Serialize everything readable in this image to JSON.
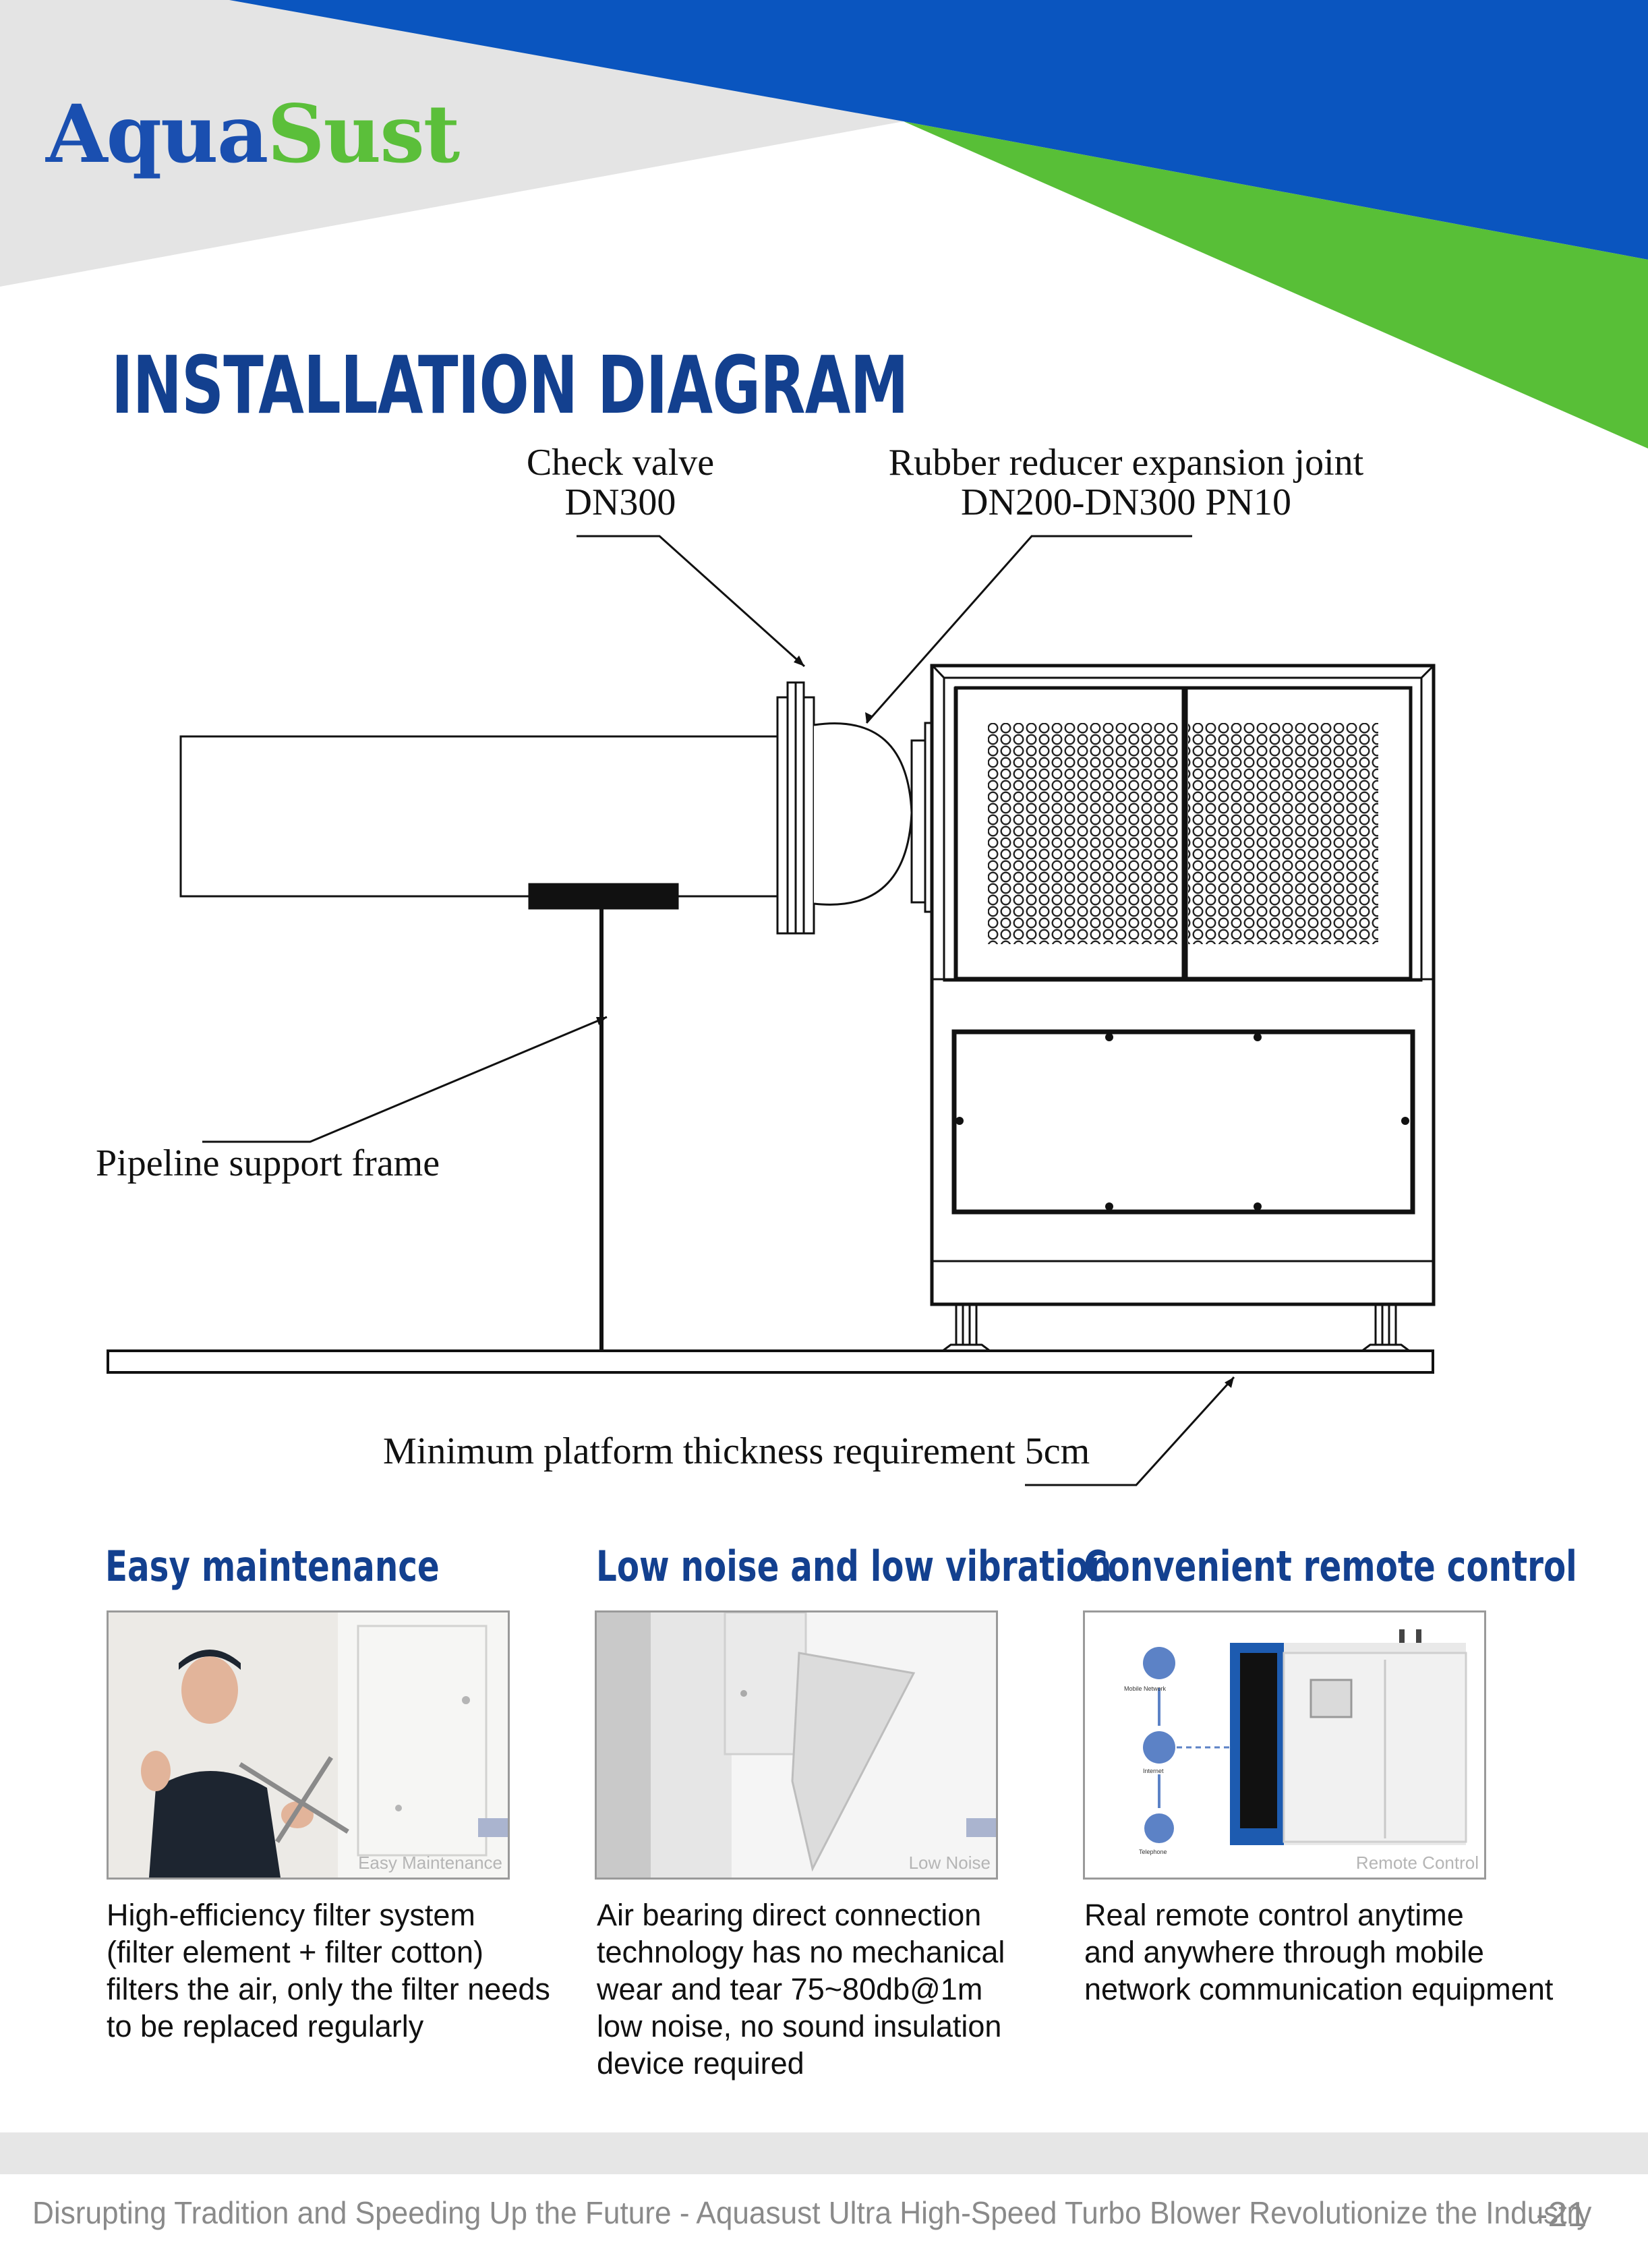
{
  "brand": {
    "part1": "Aqua",
    "part2": "Sust"
  },
  "title": "INSTALLATION DIAGRAM",
  "diagram": {
    "check_valve": [
      "Check valve",
      "DN300"
    ],
    "rubber_joint": [
      "Rubber reducer expansion joint",
      "DN200-DN300  PN10"
    ],
    "support_frame": "Pipeline support frame",
    "platform": "Minimum platform thickness requirement 5cm"
  },
  "features": [
    {
      "title": "Easy maintenance",
      "image_caption": "Easy Maintenance",
      "lines": [
        "High-efficiency filter system",
        "(filter element + filter cotton)",
        "filters the air, only the filter needs",
        "to be replaced regularly"
      ]
    },
    {
      "title": "Low noise and low vibration",
      "image_caption": "Low Noise",
      "lines": [
        "Air bearing direct connection",
        "technology has no mechanical",
        "wear and tear 75~80db@1m",
        "low noise, no sound insulation",
        "device required"
      ]
    },
    {
      "title": "Convenient remote control",
      "image_caption": "Remote Control",
      "icon_labels": [
        "Mobile Network",
        "Internet",
        "Telephone"
      ],
      "lines": [
        "Real remote control anytime",
        "and anywhere through mobile",
        "network communication equipment"
      ]
    }
  ],
  "footer": {
    "text": "Disrupting Tradition and Speeding Up the Future - Aquasust Ultra High-Speed Turbo Blower Revolutionize the Industry",
    "page": "-21"
  },
  "colors": {
    "brand_blue": "#1a4fb0",
    "brand_green": "#5bbf3a",
    "title_blue": "#13408f",
    "header_blue": "#0a55bf",
    "header_green": "#58bf37"
  }
}
